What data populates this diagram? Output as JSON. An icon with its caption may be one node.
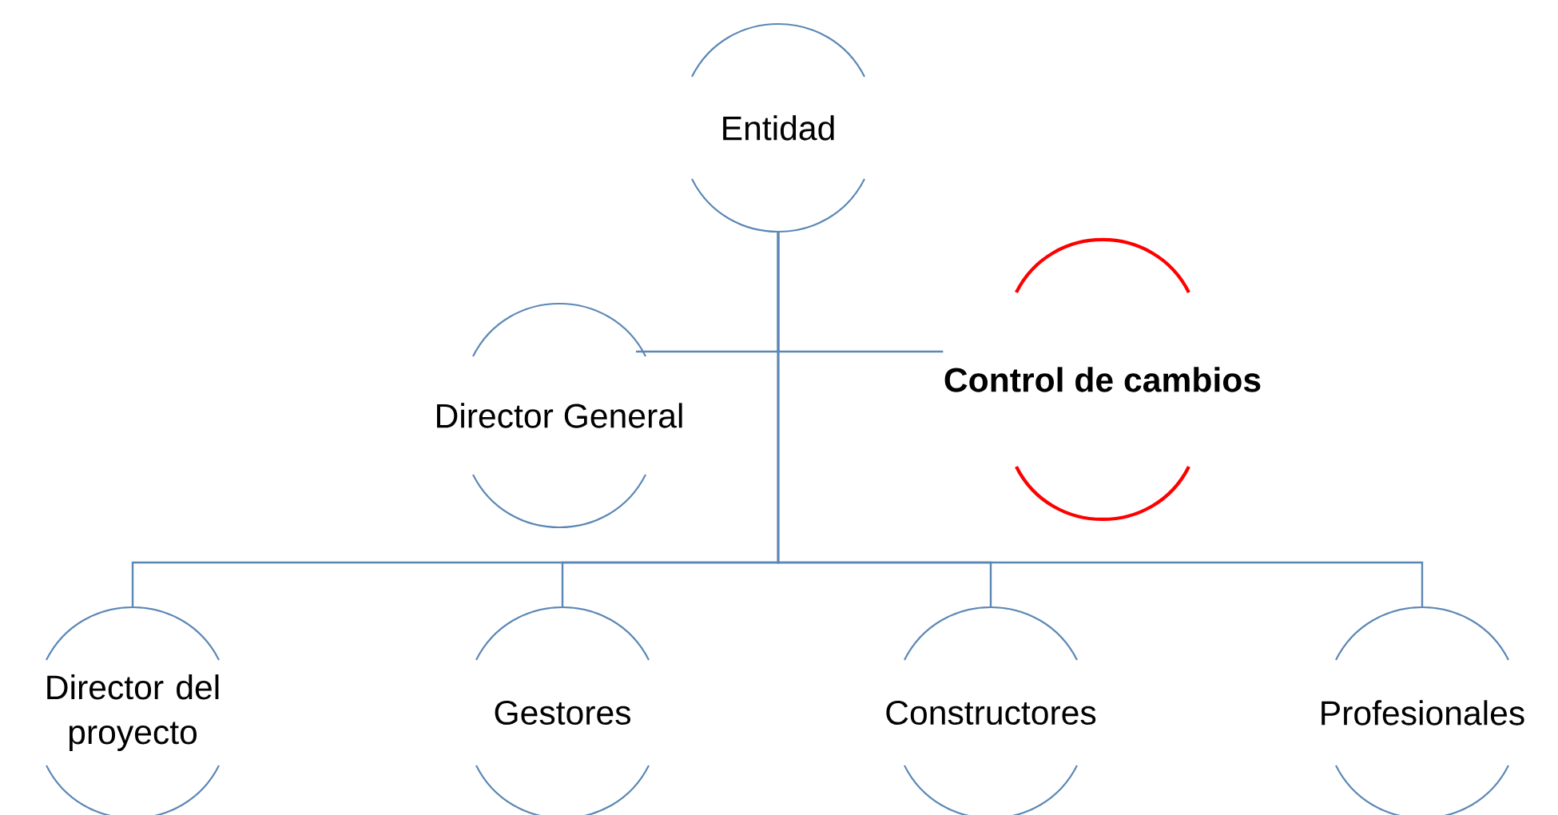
{
  "diagram": {
    "nodes": [
      {
        "text": [
          "Entidad"
        ]
      },
      {
        "text": [
          "Director General"
        ]
      },
      {
        "text": [
          "Control de cambios"
        ]
      },
      {
        "text": [
          "Director del proyecto"
        ]
      },
      {
        "text": [
          "Gestores"
        ]
      },
      {
        "text": [
          "Constructores"
        ]
      },
      {
        "text": [
          "Profesionales"
        ]
      }
    ],
    "edges": [
      {
        "from": 0,
        "to": 1,
        "arrow": "none"
      },
      {
        "from": 0,
        "to": 2,
        "arrow": "none"
      },
      {
        "from": 0,
        "to": 3,
        "arrow": "none"
      },
      {
        "from": 0,
        "to": 4,
        "arrow": "none"
      },
      {
        "from": 0,
        "to": 5,
        "arrow": "none"
      },
      {
        "from": 0,
        "to": 6,
        "arrow": "none"
      }
    ]
  }
}
